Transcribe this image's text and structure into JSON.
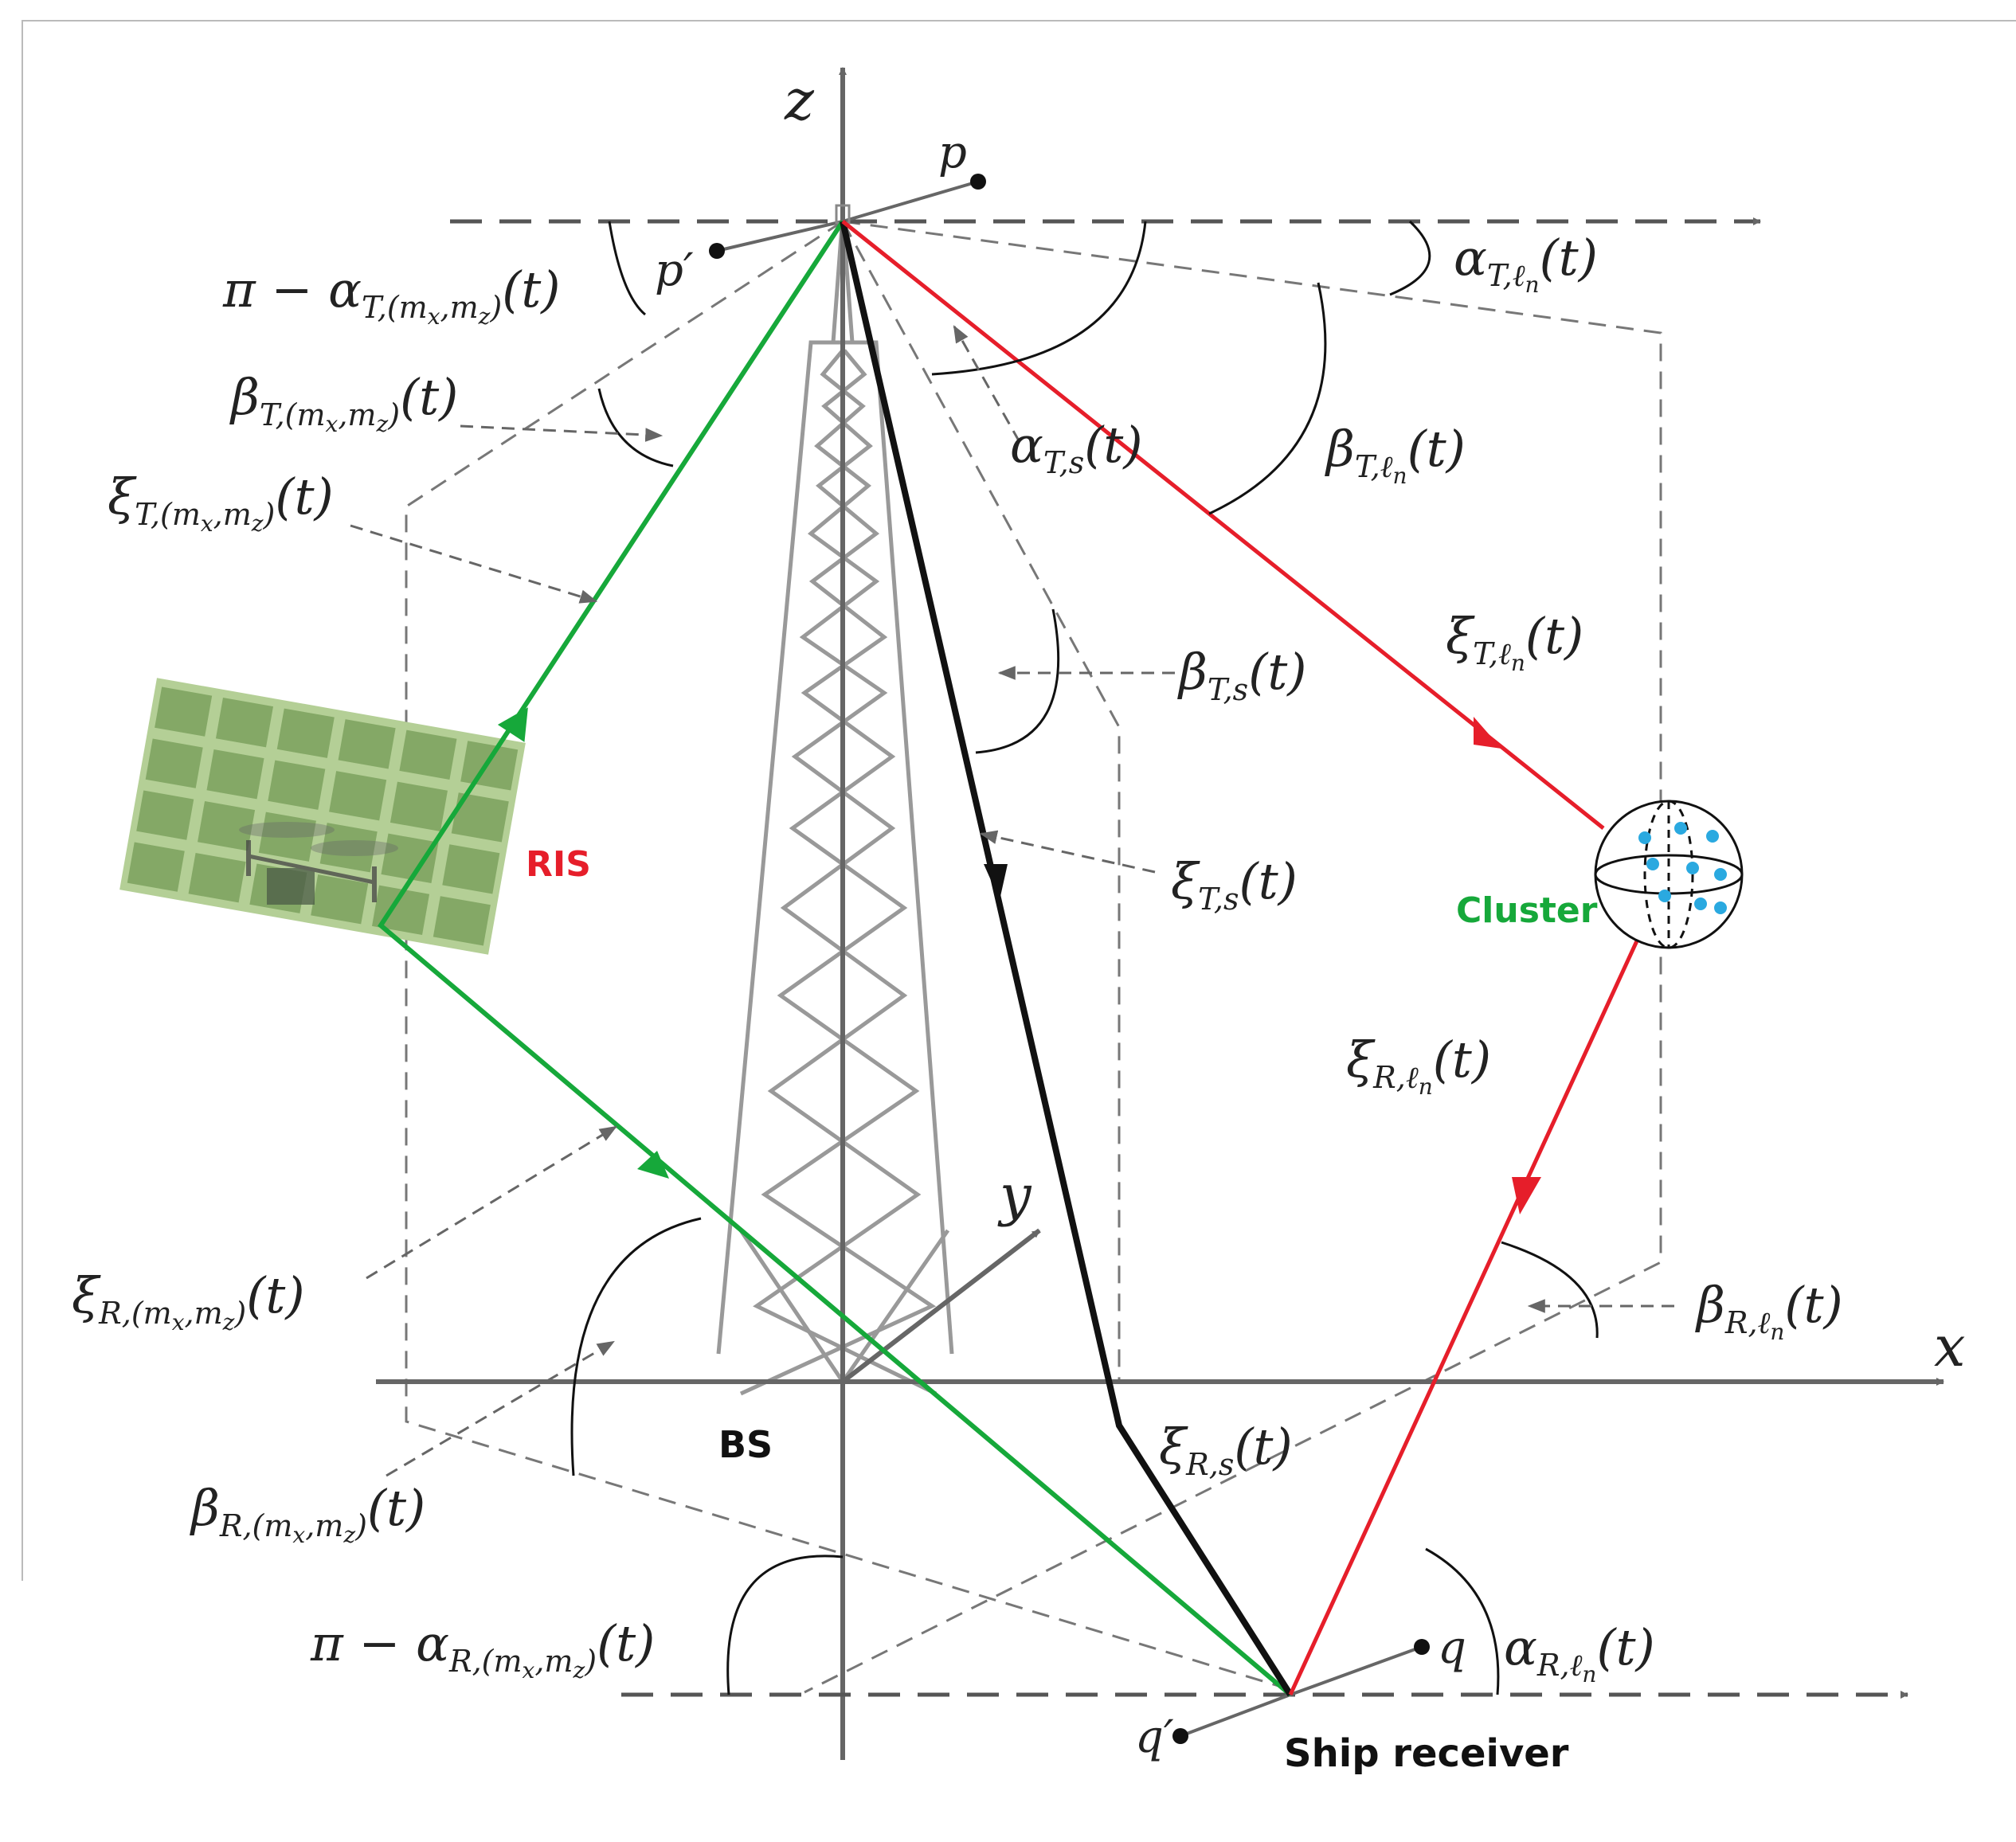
{
  "axes": {
    "z": "z",
    "x": "x",
    "y": "y"
  },
  "points": {
    "p": "p",
    "p_prime": "p′",
    "q": "q",
    "q_prime": "q′"
  },
  "nodes": {
    "bs": "BS",
    "ris": "RIS",
    "cluster": "Cluster",
    "ship": "Ship receiver"
  },
  "labels": {
    "pi_minus_alpha_T_m": "π − α",
    "pi_minus_alpha_T_m_sub": "T,(m",
    "pi_minus_alpha_T_m_sub2": "x",
    "pi_minus_alpha_T_m_sub3": ",m",
    "pi_minus_alpha_T_m_sub4": "z",
    "pi_minus_alpha_T_m_sub5": ")",
    "t_arg": "(t)",
    "beta_T_m": "β",
    "xi_T_m": "ξ",
    "alpha_T_ln": "α",
    "beta_T_ln": "β",
    "alpha_T_s": "α",
    "beta_T_s": "β",
    "xi_T_s": "ξ",
    "xi_T_ln": "ξ",
    "xi_R_ln": "ξ",
    "beta_R_ln": "β",
    "xi_R_m": "ξ",
    "beta_R_m": "β",
    "xi_R_s": "ξ",
    "pi_minus_alpha_R_m": "π − α",
    "alpha_R_ln": "α"
  },
  "subscripts": {
    "T_m": "T,(m",
    "R_m": "R,(m",
    "x": "x",
    "comma_m": ",m",
    "z": "z",
    "close": ")",
    "T_ln": "T,ℓ",
    "R_ln": "R,ℓ",
    "n": "n",
    "T_s": "T,s",
    "R_s": "R,s"
  },
  "colors": {
    "green_path": "#16a83a",
    "red_path": "#e61e2a",
    "direct_path": "#111111",
    "ris_label": "#e61e2a",
    "cluster_label": "#16a83a",
    "ris_panel": "#b4cf96",
    "ris_cell": "#84a866",
    "scatterer": "#2aa9e0"
  }
}
